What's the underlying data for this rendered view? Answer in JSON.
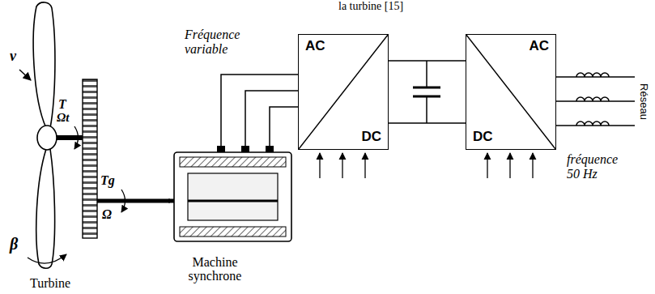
{
  "diagram": {
    "nodes": [
      {
        "text": [
          "Turbine"
        ]
      },
      {
        "text": [
          "Machine synchrone"
        ]
      },
      {
        "text": [
          "AC",
          "DC"
        ]
      },
      {
        "text": [
          "AC",
          "DC"
        ]
      },
      {
        "text": [
          "Réseau"
        ]
      }
    ],
    "edges": [
      {
        "from": 0,
        "to": 1,
        "arrow": "none"
      },
      {
        "from": 1,
        "to": 2,
        "arrow": "none",
        "label": "Fréquence variable"
      },
      {
        "from": 2,
        "to": 3,
        "arrow": "none"
      },
      {
        "from": 3,
        "to": 4,
        "arrow": "none",
        "label": "fréquence 50 Hz"
      }
    ],
    "labels": [
      "la turbine [15]",
      "v",
      "T",
      "Ωt",
      "Tg",
      "Ω",
      "β"
    ]
  }
}
